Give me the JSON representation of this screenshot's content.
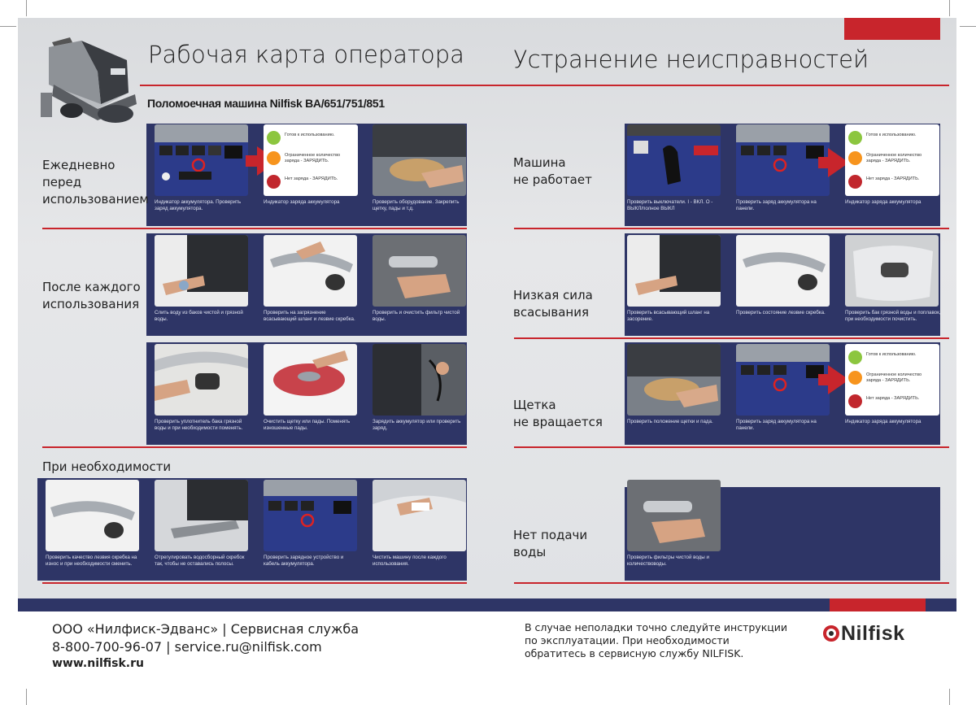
{
  "header": {
    "left_title": "Рабочая карта оператора",
    "right_title": "Устранение неисправностей",
    "subtitle": "Поломоечная машина Nilfisk BA/651/751/851"
  },
  "legend": {
    "green": "Готов к использованию.",
    "orange": "Ограниченное количество заряда - ЗАРЯДИТЬ.",
    "red": "Нет заряда - ЗАРЯДИТЬ."
  },
  "left": {
    "rows": [
      {
        "label": [
          "Ежедневно",
          "перед",
          "использованием"
        ],
        "cards": [
          {
            "caption": "Индикатор аккумулятора. Проверить заряд аккумулятора."
          },
          {
            "caption": "Индикатор заряда аккумулятора"
          },
          {
            "caption": "Проверить оборудование. Закрепить щетку, пады и т.д."
          }
        ]
      },
      {
        "label": [
          "После каждого",
          "использования"
        ],
        "cards": [
          {
            "caption": "Слить воду из баков чистой и грязной воды."
          },
          {
            "caption": "Проверить на загрязнение всасывающий шланг и лезвие скребка."
          },
          {
            "caption": "Проверить и очистить фильтр чистой воды."
          }
        ]
      },
      {
        "label": [],
        "cards": [
          {
            "caption": "Проверить уплотнитель бака грязной воды и при необходимости поменять."
          },
          {
            "caption": "Очистить щетку или пады. Поменять изношенные пады."
          },
          {
            "caption": "Зарядить аккумулятор или проверить заряд."
          }
        ]
      }
    ],
    "as_needed": {
      "label": "При необходимости",
      "cards": [
        {
          "caption": "Проверить качество лезвия скребка на износ и при необходимости сменить."
        },
        {
          "caption": "Отрегулировать водосборный скребок так, чтобы не оставались полосы."
        },
        {
          "caption": "Проверить зарядное устройство и кабель аккумулятора."
        },
        {
          "caption": "Чистить машину после каждого использования."
        }
      ]
    }
  },
  "right": {
    "rows": [
      {
        "label": [
          "Машина",
          "не работает"
        ],
        "cards": [
          {
            "caption": "Проверить выключатели. I - ВКЛ. O - ВЫКЛ/полное ВЫКЛ"
          },
          {
            "caption": "Проверить заряд аккумулятора на панели."
          },
          {
            "caption": "Индикатор заряда аккумулятора"
          }
        ]
      },
      {
        "label": [
          "Низкая сила",
          "всасывания"
        ],
        "cards": [
          {
            "caption": "Проверить всасывающий шланг на засорение."
          },
          {
            "caption": "Проверить состояние лезвие скребка."
          },
          {
            "caption": "Проверить бак грязной воды и поплавок, при необходимости почистить."
          }
        ]
      },
      {
        "label": [
          "Щетка",
          "не вращается"
        ],
        "cards": [
          {
            "caption": "Проверить положение щетки и пада."
          },
          {
            "caption": "Проверить заряд аккумулятора на панели."
          },
          {
            "caption": "Индикатор заряда аккумулятора"
          }
        ]
      },
      {
        "label": [
          "Нет подачи",
          "воды"
        ],
        "cards": [
          {
            "caption": "Проверить фильтры чистой воды и количествоводы."
          }
        ]
      }
    ]
  },
  "footer": {
    "company": "ООО «Нилфиск-Эдванс» |  Сервисная служба",
    "contact": "8-800-700-96-07 | service.ru@nilfisk.com",
    "website": "www.nilfisk.ru",
    "notice": [
      "В случае неполадки точно следуйте инструкции",
      "по эксплуатации. При необходимости",
      "обратитесь в сервисную службу NILFISK."
    ],
    "logo": "Nilfisk"
  },
  "colors": {
    "brand_red": "#c8252c",
    "panel_navy": "#2e3566",
    "indicator_green": "#8cc63f",
    "indicator_orange": "#f7941d",
    "indicator_red": "#c1272d"
  }
}
